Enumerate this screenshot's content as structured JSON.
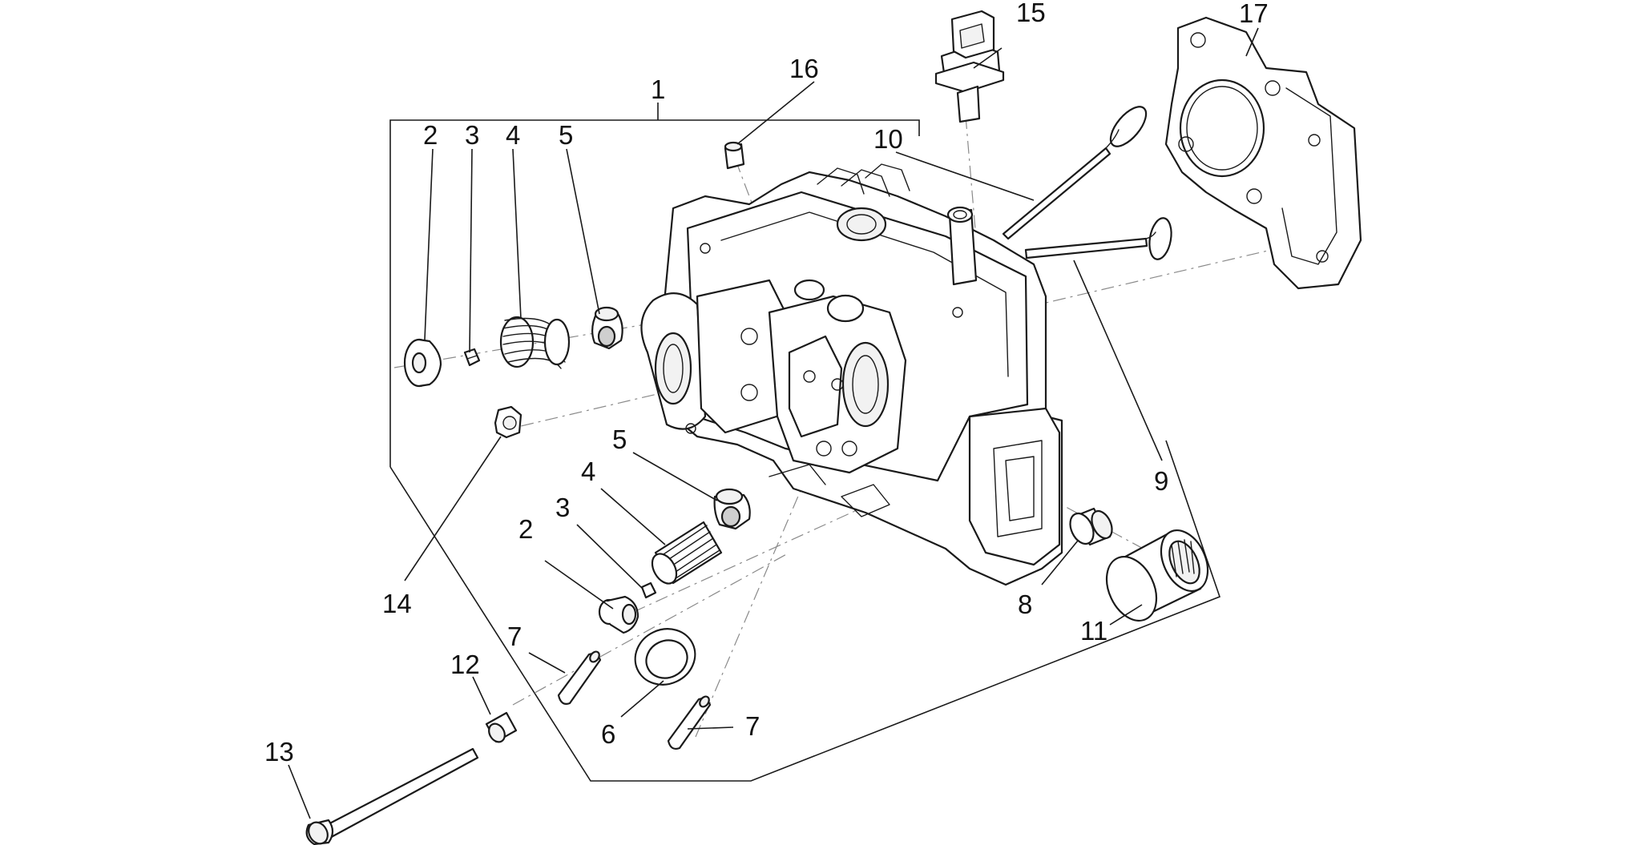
{
  "diagram": {
    "callouts": {
      "c1": "1",
      "c2a": "2",
      "c3a": "3",
      "c4a": "4",
      "c5a": "5",
      "c2b": "2",
      "c3b": "3",
      "c4b": "4",
      "c5b": "5",
      "c6": "6",
      "c7a": "7",
      "c7b": "7",
      "c8": "8",
      "c9": "9",
      "c10": "10",
      "c11": "11",
      "c12": "12",
      "c13": "13",
      "c14": "14",
      "c15": "15",
      "c16": "16",
      "c17": "17"
    }
  }
}
